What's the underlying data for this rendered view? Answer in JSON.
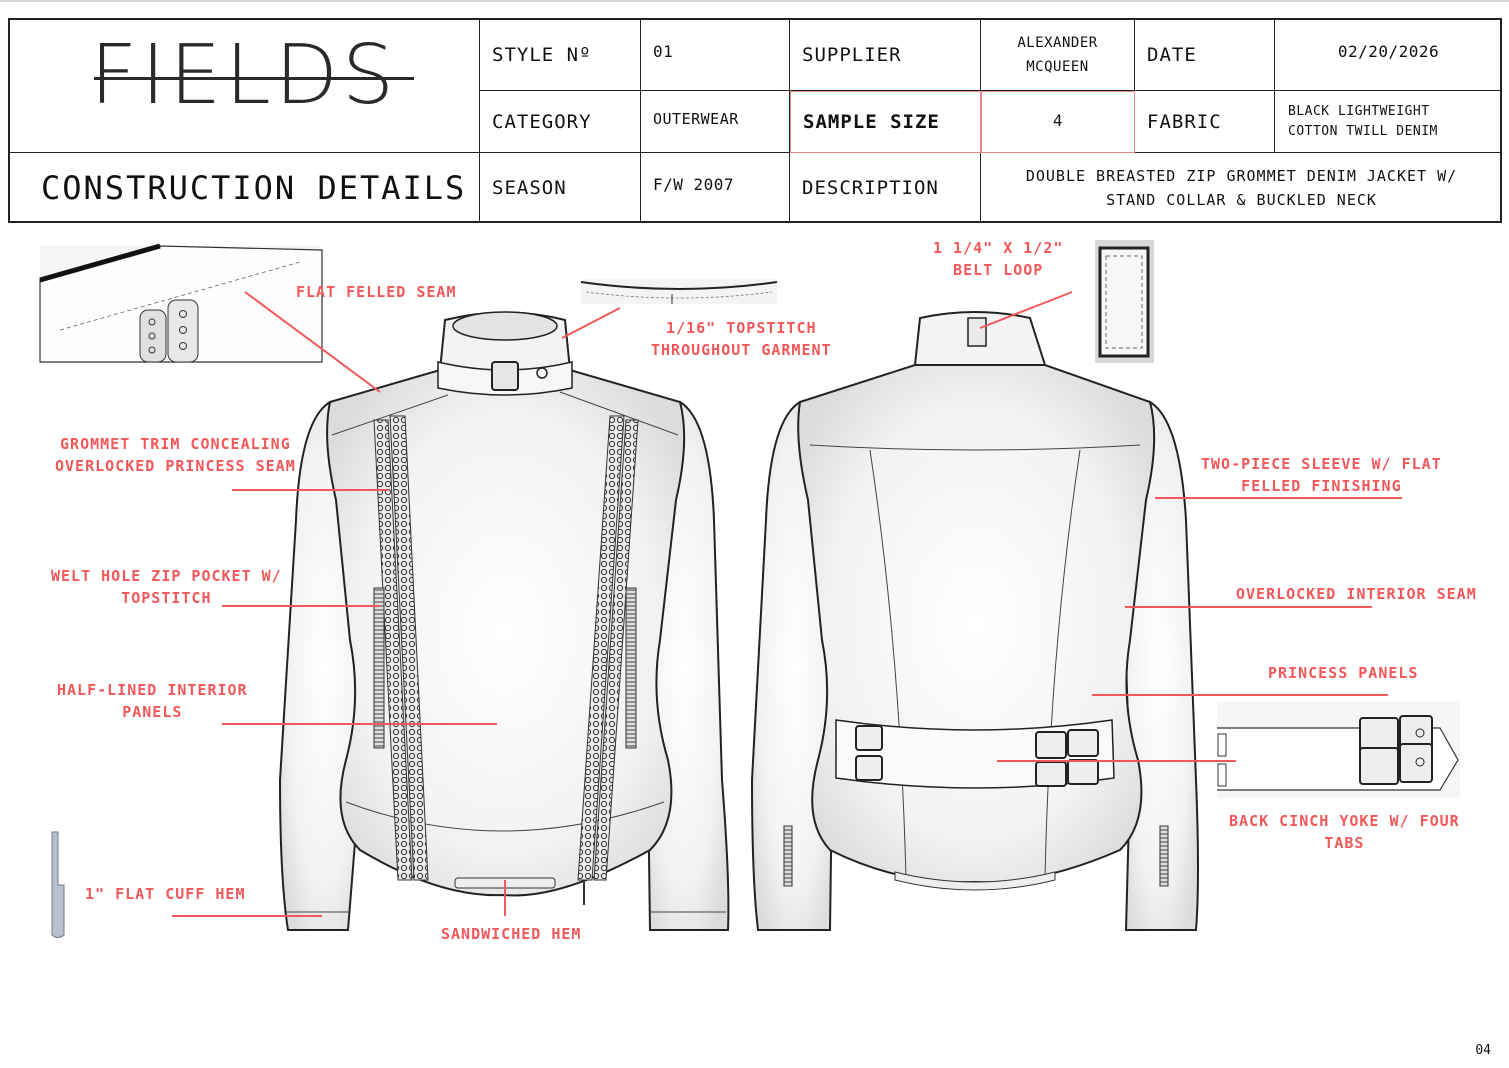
{
  "brand": {
    "logo_text": "FIELDS"
  },
  "page_title": "CONSTRUCTION DETAILS",
  "spec": {
    "style_no_label": "STYLE Nº",
    "style_no": "01",
    "supplier_label": "SUPPLIER",
    "supplier_line1": "ALEXANDER",
    "supplier_line2": "MCQUEEN",
    "date_label": "DATE",
    "date": "02/20/2026",
    "category_label": "CATEGORY",
    "category": "OUTERWEAR",
    "sample_size_label": "SAMPLE SIZE",
    "sample_size": "4",
    "fabric_label": "FABRIC",
    "fabric_line1": "BLACK LIGHTWEIGHT",
    "fabric_line2": "COTTON TWILL DENIM",
    "season_label": "SEASON",
    "season": "F/W 2007",
    "description_label": "DESCRIPTION",
    "description_line1": "DOUBLE BREASTED ZIP GROMMET DENIM JACKET W/",
    "description_line2": "STAND COLLAR & BUCKLED NECK"
  },
  "callouts": {
    "flat_felled": "FLAT FELLED SEAM",
    "topstitch_1": "1/16\" TOPSTITCH",
    "topstitch_2": "THROUGHOUT GARMENT",
    "belt_loop_1": "1 1/4\" X 1/2\"",
    "belt_loop_2": "BELT LOOP",
    "grommet_1": "GROMMET TRIM CONCEALING",
    "grommet_2": "OVERLOCKED PRINCESS SEAM",
    "welt_1": "WELT HOLE ZIP POCKET W/",
    "welt_2": "TOPSTITCH",
    "half_lined_1": "HALF-LINED INTERIOR",
    "half_lined_2": "PANELS",
    "cuff": "1\" FLAT CUFF HEM",
    "sandwiched": "SANDWICHED HEM",
    "two_piece_1": "TWO-PIECE SLEEVE W/ FLAT",
    "two_piece_2": "FELLED FINISHING",
    "overlocked": "OVERLOCKED INTERIOR SEAM",
    "princess": "PRINCESS PANELS",
    "cinch_1": "BACK CINCH YOKE W/ FOUR",
    "cinch_2": "TABS"
  },
  "page_number": "04",
  "colors": {
    "callout": "#f2585a",
    "line": "#222222",
    "highlight": "#e8888a"
  }
}
